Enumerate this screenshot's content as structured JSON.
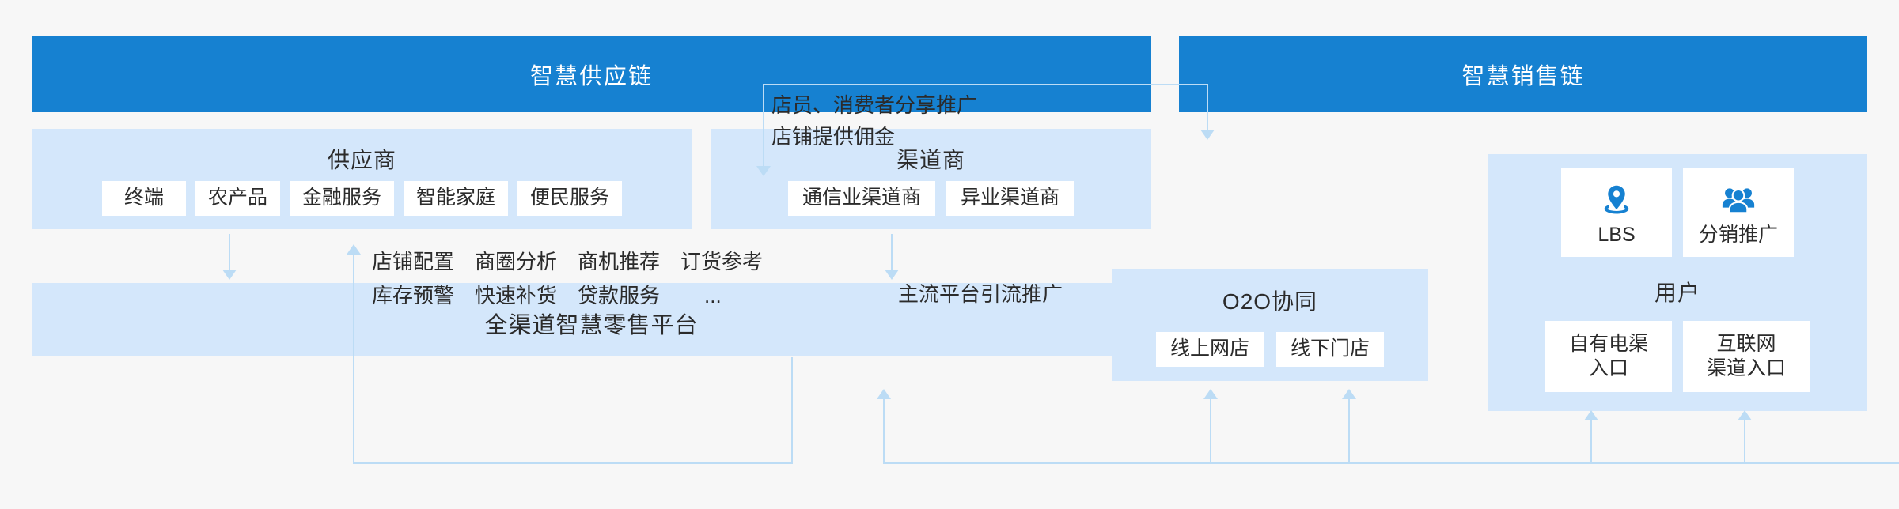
{
  "chains": {
    "supply": {
      "title": "智慧供应链"
    },
    "sales": {
      "title": "智慧销售链"
    }
  },
  "supplier": {
    "title": "供应商",
    "tags": [
      "终端",
      "农产品",
      "金融服务",
      "智能家庭",
      "便民服务"
    ]
  },
  "channel": {
    "title": "渠道商",
    "tags": [
      "通信业渠道商",
      "异业渠道商"
    ]
  },
  "platform": {
    "title": "全渠道智慧零售平台"
  },
  "features": {
    "row1": [
      "店铺配置",
      "商圈分析",
      "商机推荐",
      "订货参考"
    ],
    "row2": [
      "库存预警",
      "快速补货",
      "贷款服务",
      "..."
    ]
  },
  "o2o": {
    "title": "O2O协同",
    "tags": [
      "线上网店",
      "线下门店"
    ]
  },
  "user": {
    "title": "用户",
    "capabilities": [
      {
        "icon": "location-pin-icon",
        "label": "LBS"
      },
      {
        "icon": "people-group-icon",
        "label": "分销推广"
      }
    ],
    "entries": [
      "自有电渠\n入口",
      "互联网\n渠道入口"
    ]
  },
  "notes": {
    "share": "店员、消费者分享推广\n店铺提供佣金",
    "traffic": "主流平台引流推广"
  },
  "colors": {
    "background": "#f7f7f7",
    "chain_header": "#1681d1",
    "panel": "#d4e7fb",
    "tag": "#ffffff",
    "connector": "#bcdcf5",
    "icon": "#1681d1",
    "text": "#2b2b2b"
  }
}
